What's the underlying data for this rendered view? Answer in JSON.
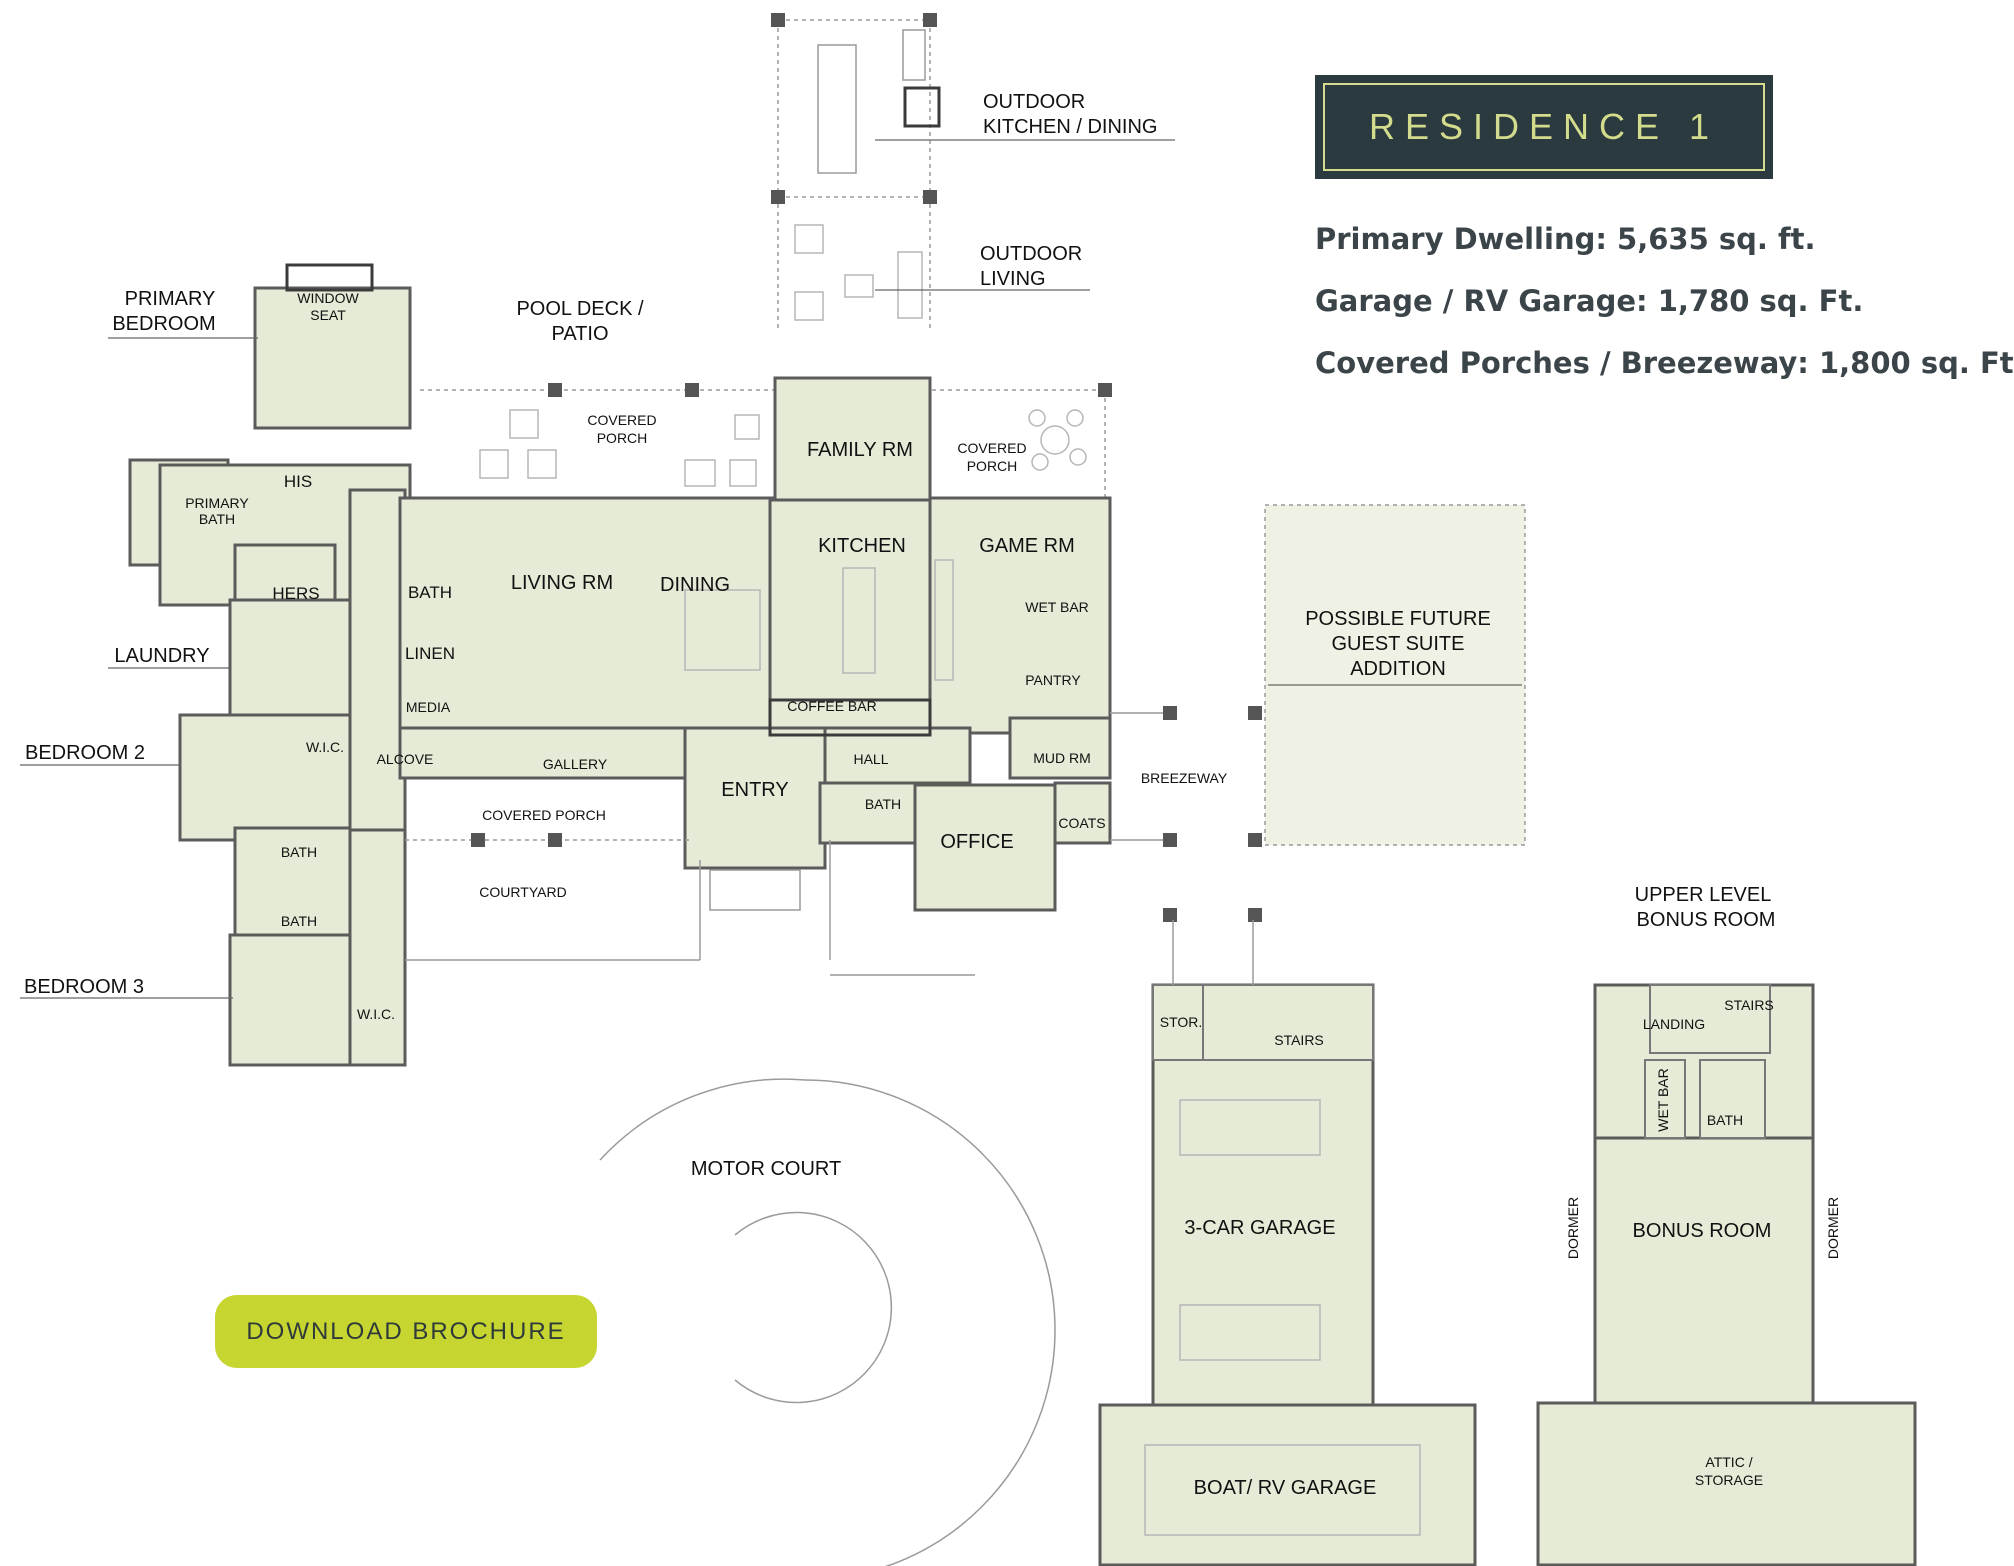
{
  "header": {
    "title": "RESIDENCE 1",
    "stats": [
      "Primary Dwelling: 5,635 sq. ft.",
      "Garage / RV Garage: 1,780 sq. Ft.",
      "Covered Porches / Breezeway: 1,800 sq. Ft"
    ]
  },
  "actions": {
    "download_label": "DOWNLOAD BROCHURE"
  },
  "plan": {
    "outdoor_kitchen": [
      "OUTDOOR",
      "KITCHEN / DINING"
    ],
    "outdoor_living": [
      "OUTDOOR",
      "LIVING"
    ],
    "primary_bedroom": [
      "PRIMARY",
      "BEDROOM"
    ],
    "window_seat": [
      "WINDOW",
      "SEAT"
    ],
    "pool_deck": [
      "POOL DECK /",
      "PATIO"
    ],
    "covered_porch_rear": [
      "COVERED",
      "PORCH"
    ],
    "covered_porch_side": [
      "COVERED",
      "PORCH"
    ],
    "family_rm": "FAMILY RM",
    "his": "HIS",
    "primary_bath": [
      "PRIMARY",
      "BATH"
    ],
    "hers": "HERS",
    "kitchen": "KITCHEN",
    "game_rm": "GAME RM",
    "living_rm": "LIVING RM",
    "dining": "DINING",
    "bath_main": "BATH",
    "linen": "LINEN",
    "media": "MEDIA",
    "wet_bar": "WET BAR",
    "pantry": "PANTRY",
    "laundry": "LAUNDRY",
    "coffee_bar": "COFFEE BAR",
    "possible_future": [
      "POSSIBLE FUTURE",
      "GUEST SUITE",
      "ADDITION"
    ],
    "bedroom_2": "BEDROOM 2",
    "wic_1": "W.I.C.",
    "alcove": "ALCOVE",
    "gallery": "GALLERY",
    "entry": "ENTRY",
    "hall": "HALL",
    "mud_rm": "MUD RM",
    "breezeway": "BREEZEWAY",
    "bath_hall": "BATH",
    "office": "OFFICE",
    "coats": "COATS",
    "covered_porch_front": "COVERED PORCH",
    "bath_bed2": "BATH",
    "bath_bed3": "BATH",
    "courtyard": "COURTYARD",
    "upper_level": [
      "UPPER LEVEL",
      "BONUS ROOM"
    ],
    "bedroom_3": "BEDROOM 3",
    "wic_2": "W.I.C.",
    "stor": "STOR.",
    "stairs_garage": "STAIRS",
    "landing": "LANDING",
    "stairs_upper": "STAIRS",
    "wet_bar_upper": "WET BAR",
    "bath_upper": "BATH",
    "motor_court": "MOTOR COURT",
    "three_car_garage": "3-CAR GARAGE",
    "dormer_left": "DORMER",
    "dormer_right": "DORMER",
    "bonus_room": "BONUS ROOM",
    "attic_storage": [
      "ATTIC /",
      "STORAGE"
    ],
    "boat_rv_garage": "BOAT/ RV GARAGE"
  }
}
